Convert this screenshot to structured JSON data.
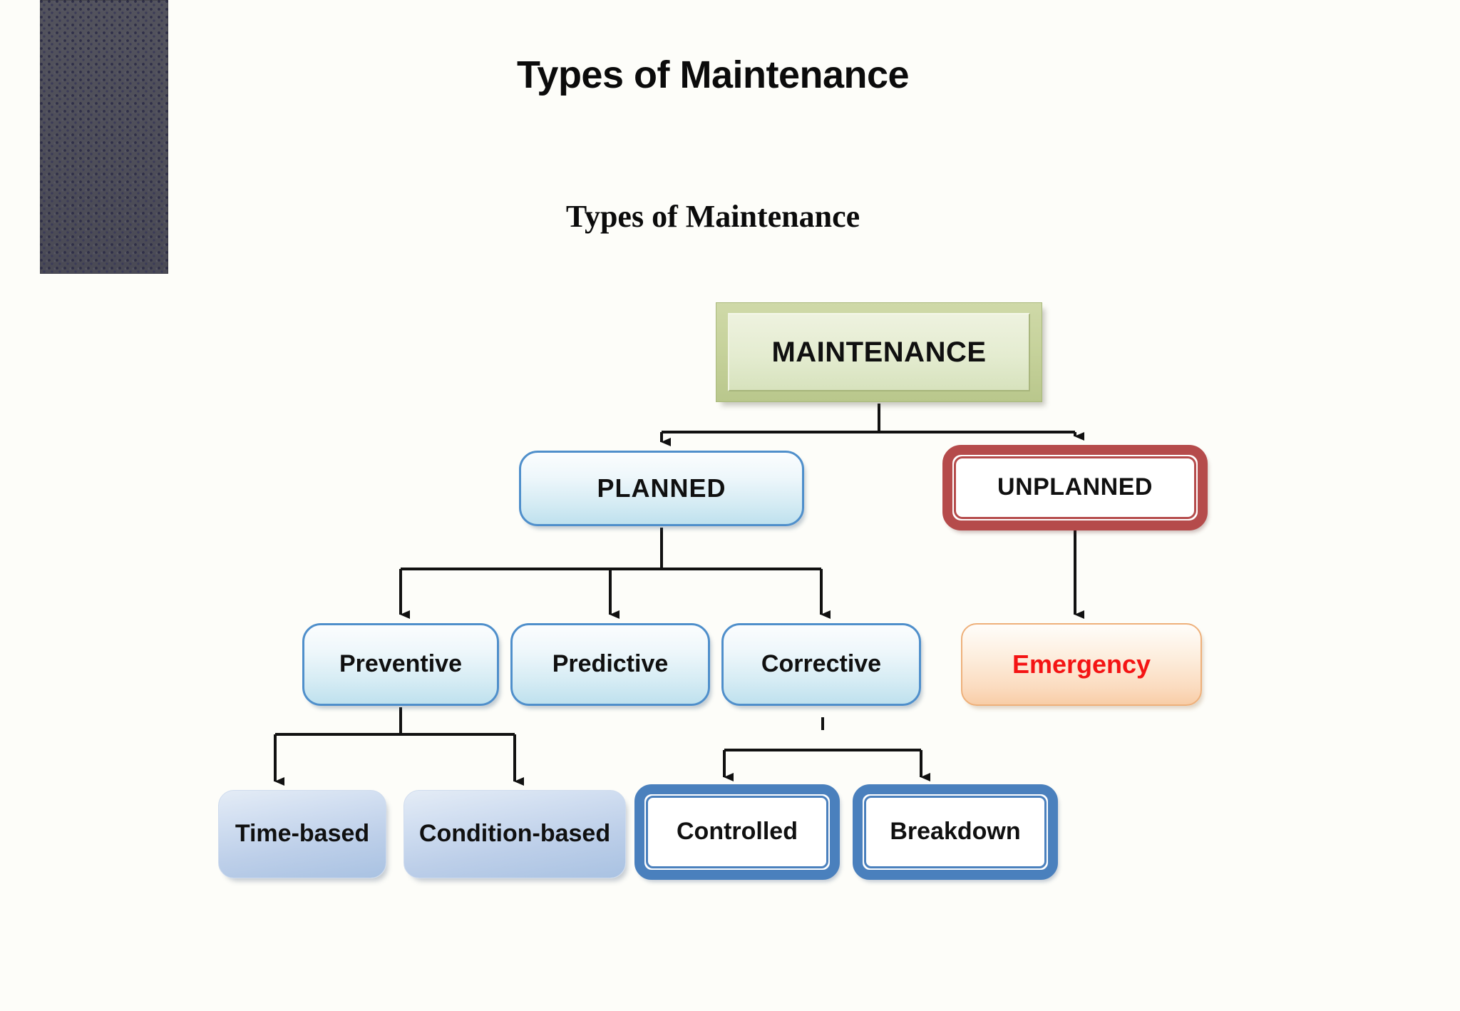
{
  "slide": {
    "title": "Types of Maintenance",
    "diagram_heading": "Types of Maintenance",
    "background_color": "#fdfdf9",
    "sidebar": {
      "name": "textured-band",
      "color": "#4e4e57"
    }
  },
  "diagram": {
    "type": "tree",
    "nodes": {
      "maintenance": {
        "label": "MAINTENANCE",
        "style": "green-bevel",
        "color": "#c6d29b",
        "text_color": "#101010"
      },
      "planned": {
        "label": "PLANNED",
        "style": "blue-glossy",
        "color": "#4f8fcb",
        "text_color": "#101010"
      },
      "unplanned": {
        "label": "UNPLANNED",
        "style": "red-framed",
        "color": "#b54b4b",
        "text_color": "#101010"
      },
      "preventive": {
        "label": "Preventive",
        "style": "blue-glossy",
        "color": "#4f8fcb",
        "text_color": "#101010"
      },
      "predictive": {
        "label": "Predictive",
        "style": "blue-glossy",
        "color": "#4f8fcb",
        "text_color": "#101010"
      },
      "corrective": {
        "label": "Corrective",
        "style": "blue-glossy",
        "color": "#4f8fcb",
        "text_color": "#101010"
      },
      "emergency": {
        "label": "Emergency",
        "style": "peach",
        "color": "#f8cda7",
        "text_color": "#f41414"
      },
      "time_based": {
        "label": "Time-based",
        "style": "steel-blue",
        "color": "#a9c2e2",
        "text_color": "#101010"
      },
      "condition_based": {
        "label": "Condition-based",
        "style": "steel-blue",
        "color": "#a9c2e2",
        "text_color": "#101010"
      },
      "controlled": {
        "label": "Controlled",
        "style": "blue-framed",
        "color": "#4a80bd",
        "text_color": "#101010"
      },
      "breakdown": {
        "label": "Breakdown",
        "style": "blue-framed",
        "color": "#4a80bd",
        "text_color": "#101010"
      }
    },
    "edges": [
      {
        "from": "maintenance",
        "to": "planned"
      },
      {
        "from": "maintenance",
        "to": "unplanned"
      },
      {
        "from": "planned",
        "to": "preventive"
      },
      {
        "from": "planned",
        "to": "predictive"
      },
      {
        "from": "planned",
        "to": "corrective"
      },
      {
        "from": "unplanned",
        "to": "emergency"
      },
      {
        "from": "preventive",
        "to": "time_based"
      },
      {
        "from": "preventive",
        "to": "condition_based"
      },
      {
        "from": "corrective",
        "to": "controlled"
      },
      {
        "from": "corrective",
        "to": "breakdown"
      }
    ],
    "connector_color": "#111111"
  }
}
